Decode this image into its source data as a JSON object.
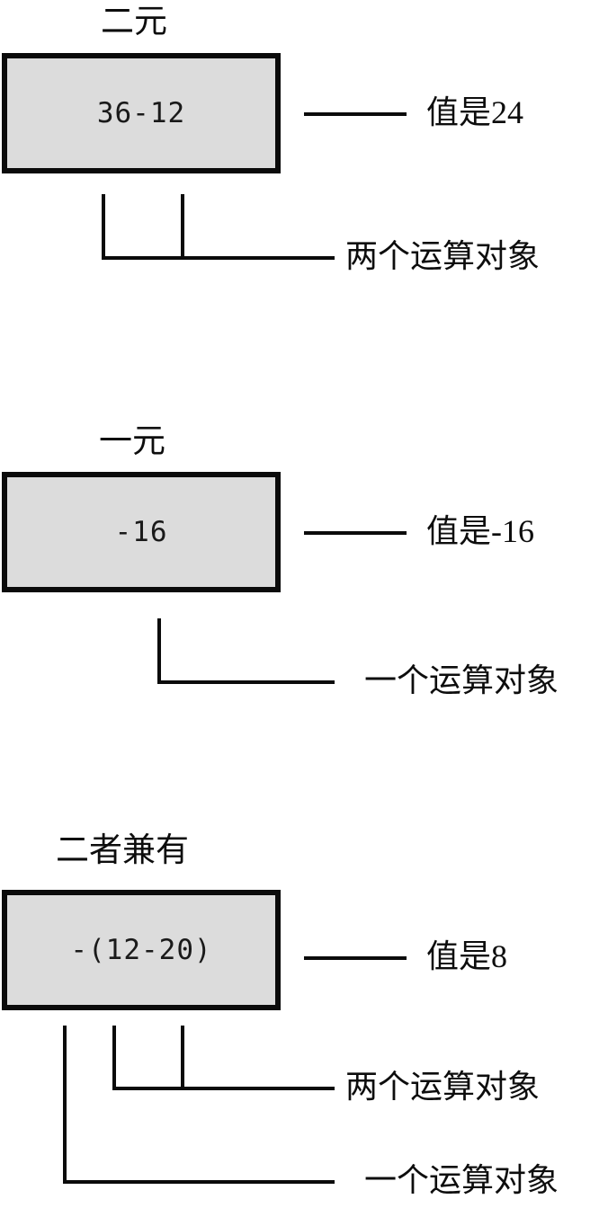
{
  "diagram": {
    "title_semantic": "operand-arity-examples",
    "colors": {
      "box_fill": "#dcdcdc",
      "box_border": "#0b0b0b",
      "line": "#0b0b0b",
      "text": "#0d0d0d",
      "background": "#ffffff"
    }
  },
  "sections": [
    {
      "id": "binary",
      "title": "二元",
      "expression": "36-12",
      "value_label": "值是24",
      "annotations": [
        {
          "text": "两个运算对象"
        }
      ]
    },
    {
      "id": "unary",
      "title": "一元",
      "expression": "-16",
      "value_label": "值是-16",
      "annotations": [
        {
          "text": "一个运算对象"
        }
      ]
    },
    {
      "id": "both",
      "title": "二者兼有",
      "expression": "-(12-20)",
      "value_label": "值是8",
      "annotations": [
        {
          "text": "两个运算对象"
        },
        {
          "text": "一个运算对象"
        }
      ]
    }
  ]
}
